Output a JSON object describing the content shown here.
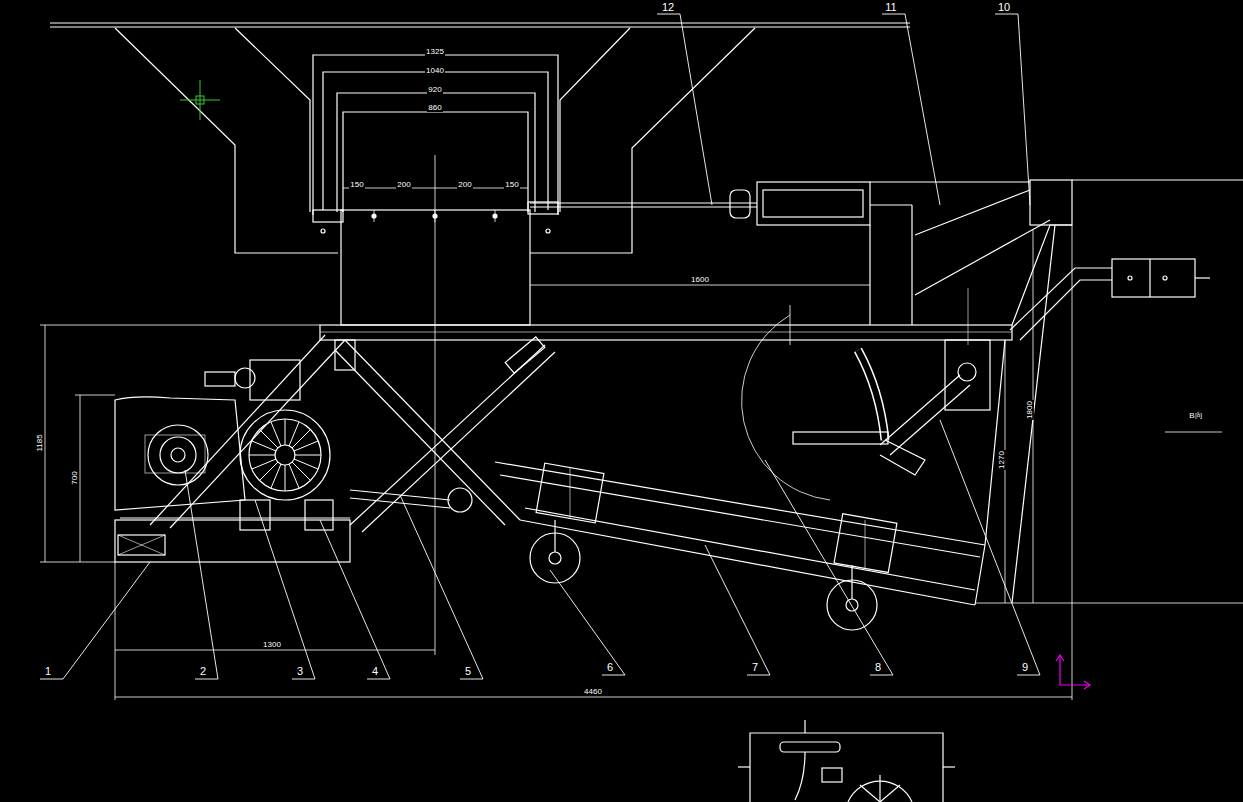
{
  "diagram": {
    "labels": [
      "12",
      "11",
      "10",
      "1325",
      "1040",
      "920",
      "860",
      "150",
      "200",
      "200",
      "150",
      "1600",
      "1185",
      "700",
      "1800",
      "1270",
      "B向",
      "1",
      "2",
      "3",
      "4",
      "5",
      "6",
      "7",
      "8",
      "9",
      "1300",
      "4460"
    ]
  }
}
